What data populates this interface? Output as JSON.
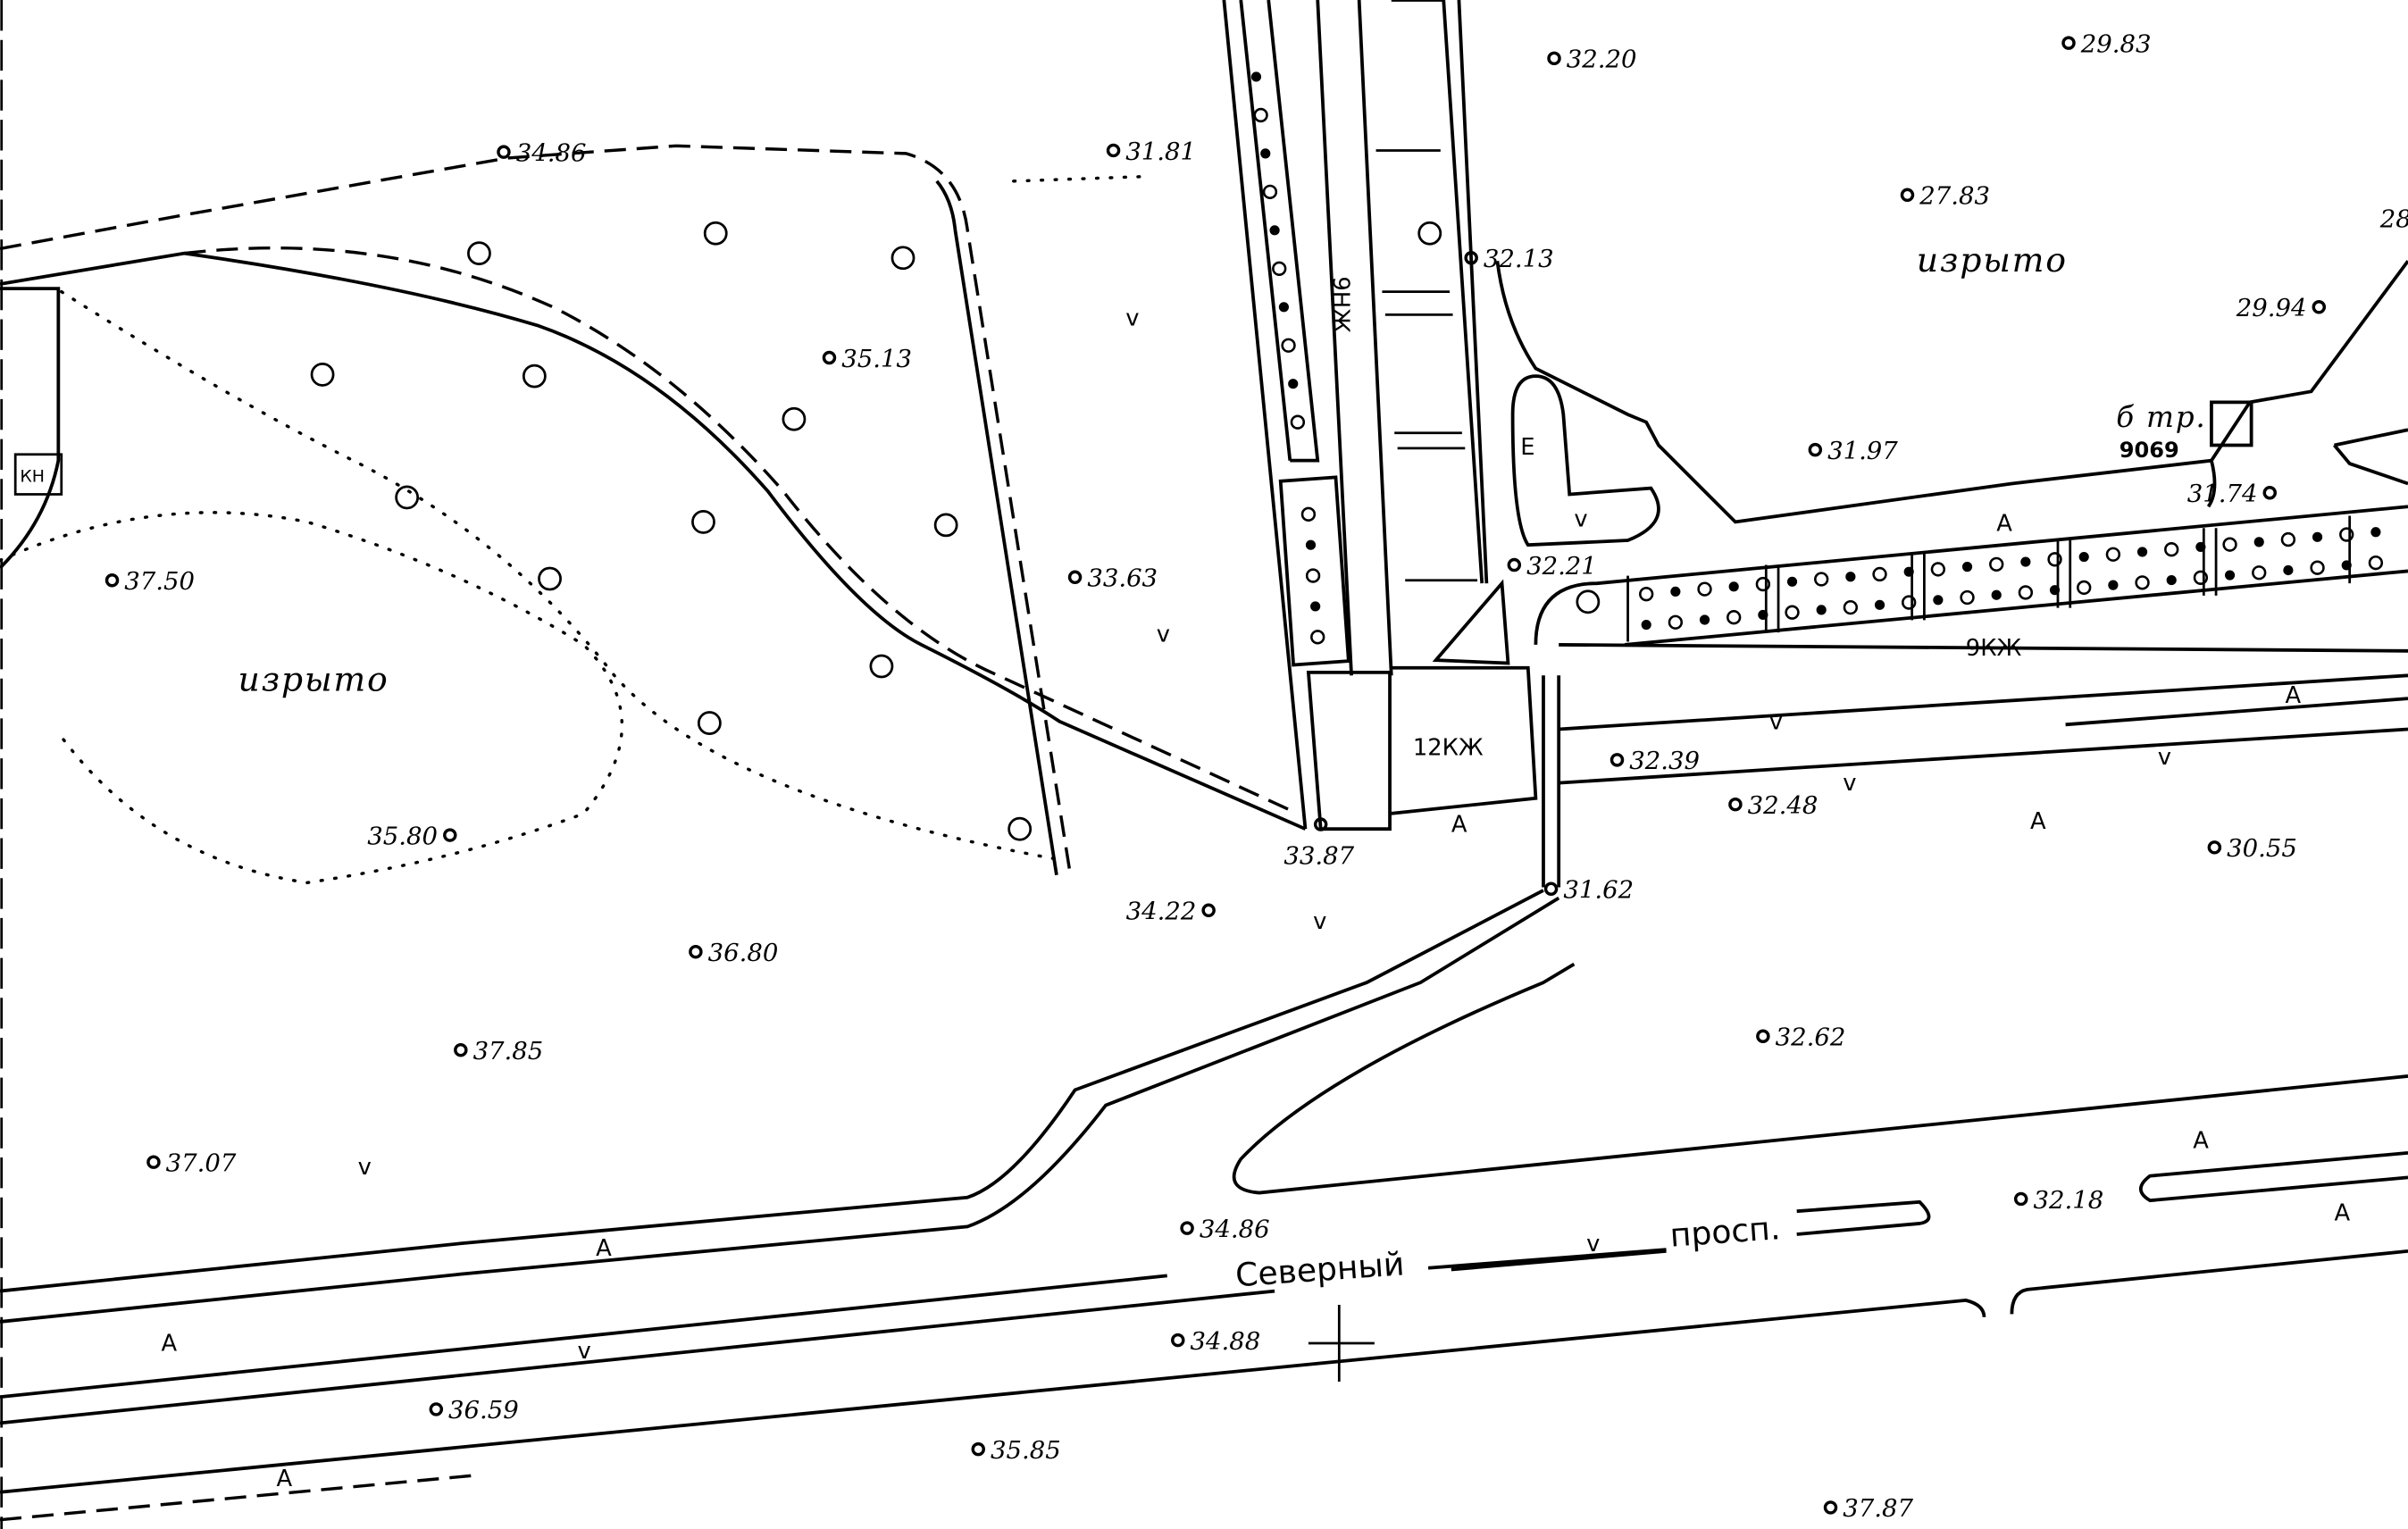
{
  "map": {
    "area_labels": [
      "изрыто",
      "изрыто"
    ],
    "building_labels": {
      "left_block": "9НЖ",
      "right_block": "9КЖ",
      "corner_block": "12КЖ",
      "small_box": "КН",
      "kiosk": "Е"
    },
    "street": {
      "name_part1": "Северный",
      "name_part2": "просп."
    },
    "transformer": {
      "label": "б тр.",
      "number": "9069"
    },
    "elevations": [
      "34.86",
      "31.81",
      "35.13",
      "37.50",
      "33.63",
      "35.80",
      "36.80",
      "37.85",
      "37.07",
      "34.22",
      "33.87",
      "32.20",
      "29.83",
      "27.83",
      "32.13",
      "29.94",
      "31.97",
      "31.74",
      "32.21",
      "32.39",
      "32.48",
      "30.55",
      "31.62",
      "32.62",
      "32.18",
      "34.86",
      "34.88",
      "36.59",
      "35.85",
      "37.87",
      "28"
    ],
    "symbols": {
      "asphalt": "А",
      "grass": "v"
    }
  }
}
